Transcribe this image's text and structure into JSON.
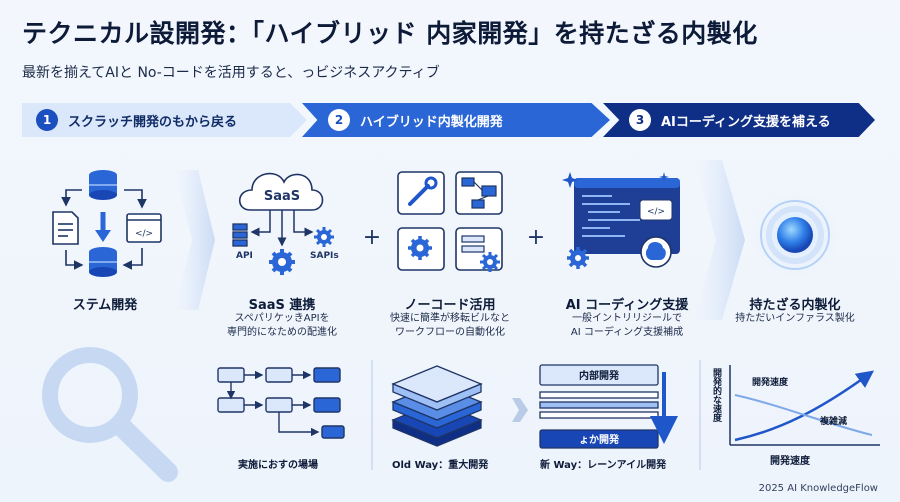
{
  "title": "テクニカル設開発：「ハイブリッド 内家開発」を持たざる内製化",
  "subtitle": "最新を揃えてAIと No-コードを活用すると、っビジネスアクティブ",
  "steps": [
    {
      "num": "1",
      "label": "スクラッチ開発のもから戻る"
    },
    {
      "num": "2",
      "label": "ハイブリッド内製化開発"
    },
    {
      "num": "3",
      "label": "AIコーディング支援を補える"
    }
  ],
  "plus": "+",
  "columns": [
    {
      "title": "ステム開発",
      "desc": ""
    },
    {
      "title": "SaaS 連携",
      "desc": "スペパリケッきAPIを\n専門的になための配進化",
      "icon_labels": {
        "cloud": "SaaS",
        "api": "API",
        "sapis": "SAPIs"
      }
    },
    {
      "title": "ノーコード活用",
      "desc": "快速に簡準が移転ビルなと\nワークフローの自動化化"
    },
    {
      "title": "AI コーディング支援",
      "desc": "一般イントリリジールで\nAI コーディング支援補成",
      "icon_labels": {
        "code": "</>"
      }
    },
    {
      "title": "持たざる内製化",
      "desc": "持ただいインファラス製化"
    }
  ],
  "bottom": {
    "workflow_label": "実施におすの場場",
    "old_way_label": "Old Way：重大開発",
    "new_way_label": "新 Way：レーンアイル開発",
    "new_way_top": "内部開発",
    "new_way_bottom": "ょか開発",
    "graph": {
      "ylabel": "開発的な速度",
      "xlabel": "開発速度",
      "rising_label": "開発速度",
      "falling_label": "複雑減"
    }
  },
  "footer": "2025 AI KnowledgeFlow",
  "colors": {
    "primary": "#2a66d6",
    "dark": "#0f2f86",
    "light": "#dbe7fa"
  }
}
